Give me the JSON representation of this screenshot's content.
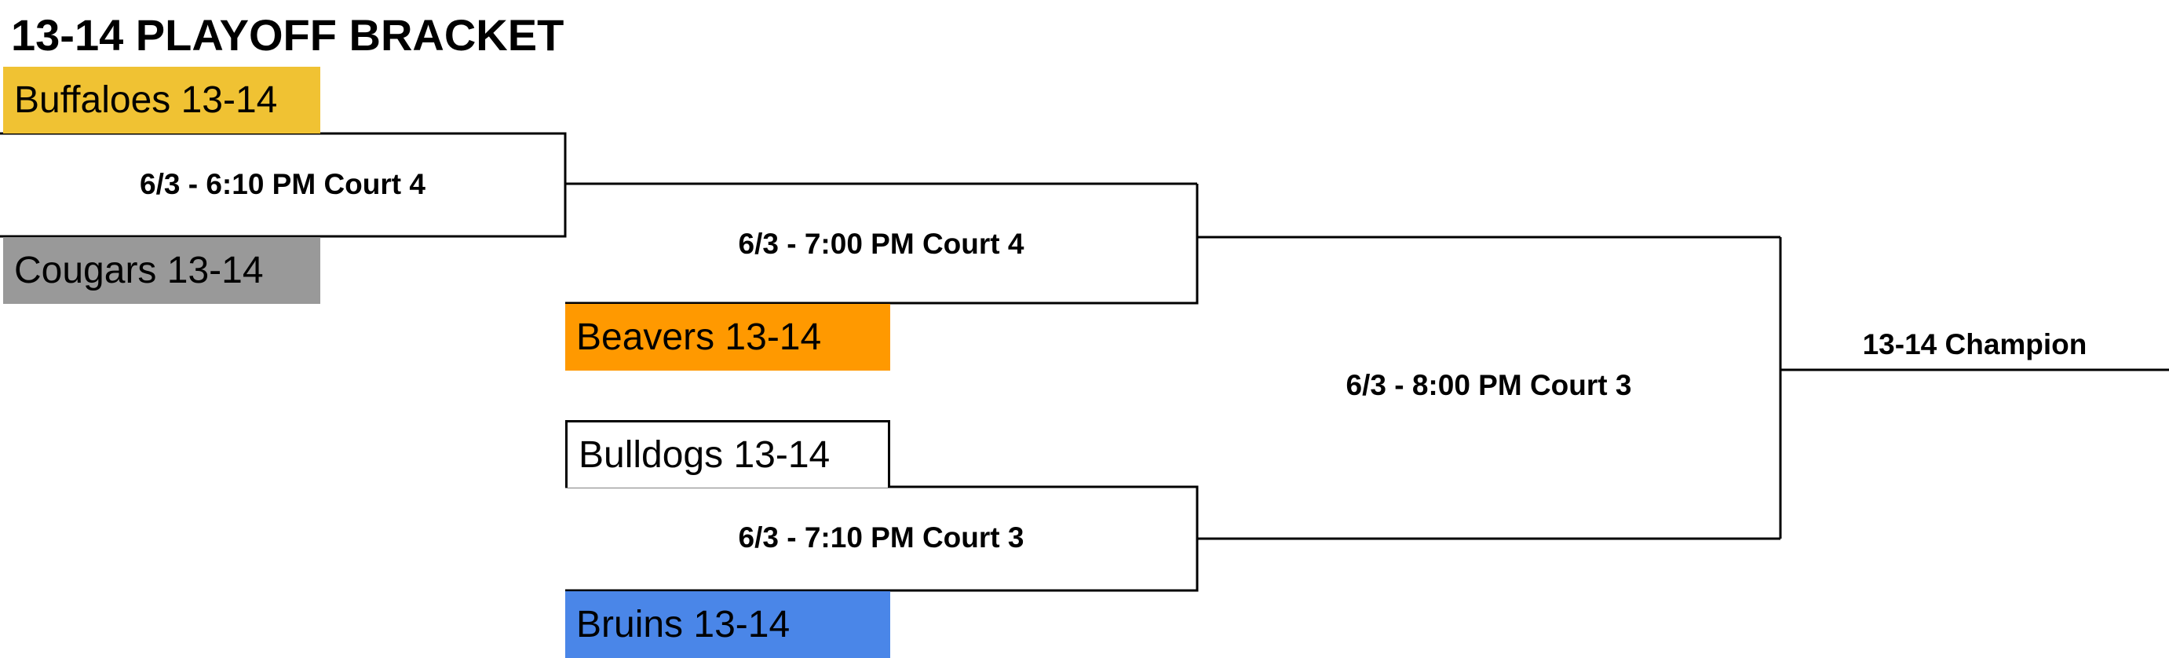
{
  "title": "13-14 PLAYOFF BRACKET",
  "teams": {
    "buffaloes": {
      "label": "Buffaloes 13-14",
      "color": "#f0c233"
    },
    "cougars": {
      "label": "Cougars 13-14",
      "color": "#999999"
    },
    "beavers": {
      "label": "Beavers 13-14",
      "color": "#ff9900"
    },
    "bulldogs": {
      "label": "Bulldogs 13-14",
      "color": "#ffffff"
    },
    "bruins": {
      "label": "Bruins 13-14",
      "color": "#4a86e8"
    }
  },
  "games": {
    "round1": "6/3 - 6:10 PM Court 4",
    "semi1": "6/3 - 7:00 PM Court 4",
    "semi2": "6/3 - 7:10 PM Court 3",
    "final": "6/3 - 8:00 PM Court 3"
  },
  "champion_label": "13-14 Champion"
}
